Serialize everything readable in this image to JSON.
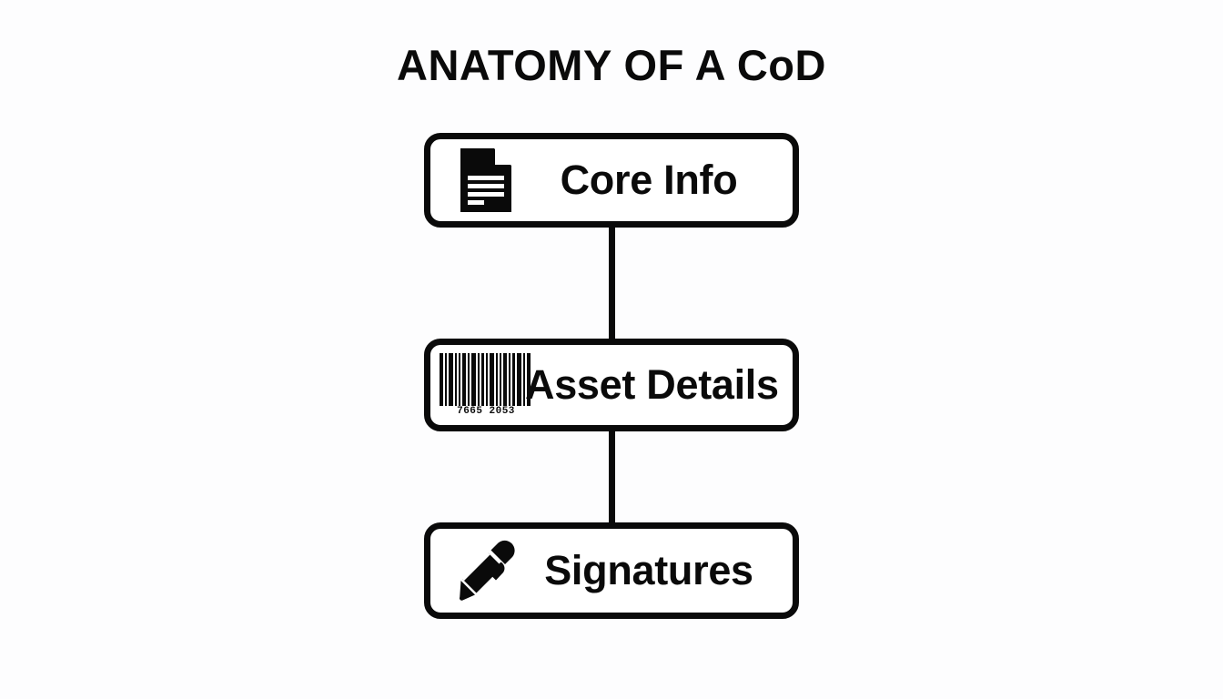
{
  "diagram": {
    "title": "ANATOMY OF A CoD",
    "type": "vertical-flow",
    "background_color": "#fdfdfe",
    "stroke_color": "#0a0a0a",
    "fill_color": "#ffffff",
    "nodes": [
      {
        "id": "core-info",
        "label": "Core Info",
        "icon": "document-icon"
      },
      {
        "id": "asset-details",
        "label": "Asset Details",
        "icon": "barcode-icon",
        "barcode_digits_left": "7665",
        "barcode_digits_right": "2053"
      },
      {
        "id": "signatures",
        "label": "Signatures",
        "icon": "pen-icon"
      }
    ],
    "connectors": [
      {
        "from": "core-info",
        "to": "asset-details"
      },
      {
        "from": "asset-details",
        "to": "signatures"
      }
    ]
  }
}
